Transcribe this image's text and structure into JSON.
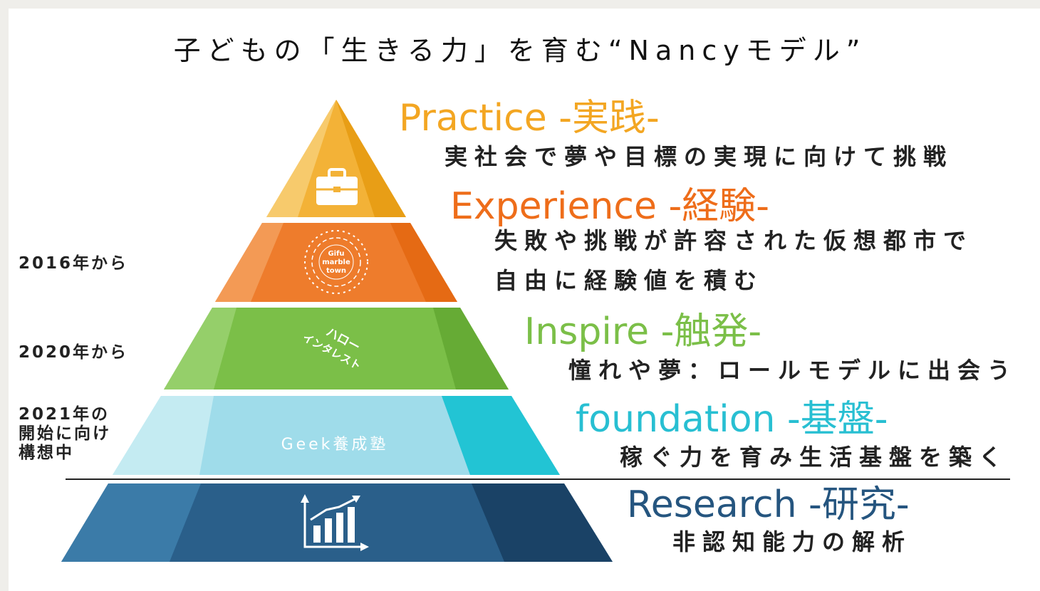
{
  "title": "子どもの「生きる力」を育む“Nancyモデル”",
  "tiers": [
    {
      "heading": "Practice -実践-",
      "desc": [
        "実社会で夢や目標の実現に向けて挑戦"
      ],
      "color": "#f3b237",
      "icon": "briefcase-icon"
    },
    {
      "heading": "Experience -経験-",
      "desc": [
        "失敗や挑戦が許容された仮想都市で",
        "自由に経験値を積む"
      ],
      "color": "#ee7c2c",
      "icon": "gifu-marble-town-logo",
      "logo_text": [
        "Gifu",
        "marble",
        "town"
      ]
    },
    {
      "heading": "Inspire -触発-",
      "desc": [
        "憧れや夢：ロールモデルに出会う"
      ],
      "color": "#7bbf48",
      "icon": "hello-interest-logo",
      "logo_text": [
        "ハロー",
        "インタレスト"
      ]
    },
    {
      "heading": "foundation -基盤-",
      "desc": [
        "稼ぐ力を育み生活基盤を築く"
      ],
      "color": "#28c1d4",
      "label": "Geek養成塾"
    },
    {
      "heading": "Research -研究-",
      "desc": [
        "非認知能力の解析"
      ],
      "color": "#2a5f8a",
      "icon": "bar-chart-icon"
    }
  ],
  "side_labels": [
    {
      "text": [
        "2016年から"
      ]
    },
    {
      "text": [
        "2020年から"
      ]
    },
    {
      "text": [
        "2021年の",
        "開始に向け",
        "構想中"
      ]
    }
  ]
}
